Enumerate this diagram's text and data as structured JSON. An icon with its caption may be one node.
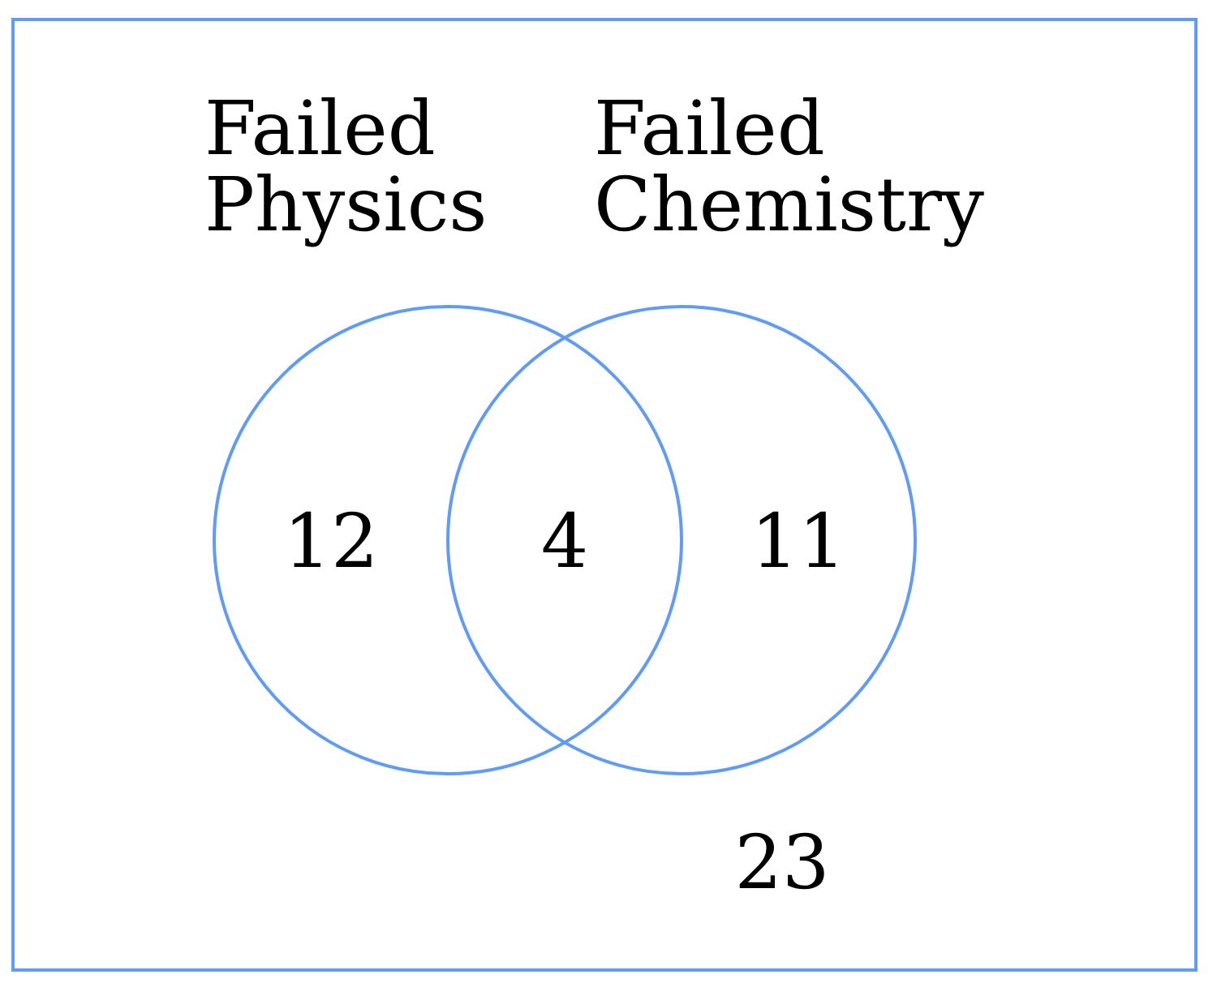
{
  "diagram": {
    "nodes": [
      {
        "text": [
          "23"
        ]
      },
      {
        "text": [
          "Failed Physics",
          "12"
        ],
        "in": 0
      },
      {
        "text": [
          "Failed Chemistry",
          "11"
        ],
        "in": 0
      }
    ],
    "labels": [
      "4"
    ]
  }
}
